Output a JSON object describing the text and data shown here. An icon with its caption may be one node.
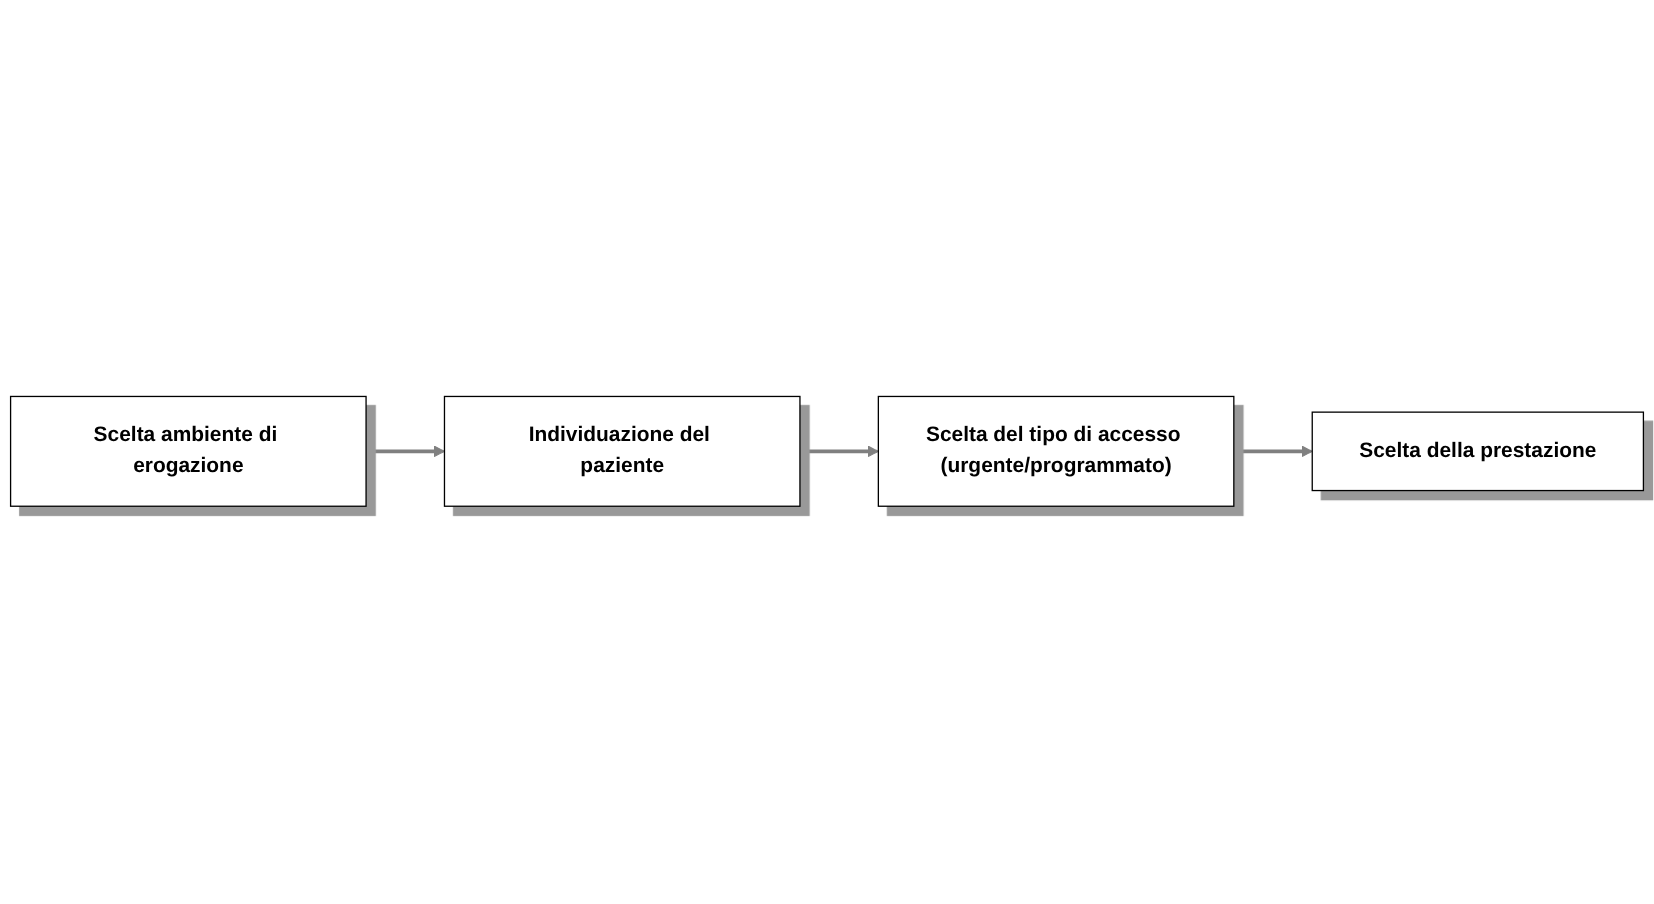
{
  "diagram": {
    "nodes": [
      {
        "text": [
          "Scelta ambiente di erogazione"
        ]
      },
      {
        "text": [
          "Individuazione del paziente"
        ]
      },
      {
        "text": [
          "Scelta del tipo di accesso (urgente/programmato)"
        ]
      },
      {
        "text": [
          "Scelta della prestazione"
        ]
      }
    ],
    "edges": [
      {
        "from": 0,
        "to": 1,
        "arrow": "to"
      },
      {
        "from": 1,
        "to": 2,
        "arrow": "to"
      },
      {
        "from": 2,
        "to": 3,
        "arrow": "to"
      }
    ]
  }
}
